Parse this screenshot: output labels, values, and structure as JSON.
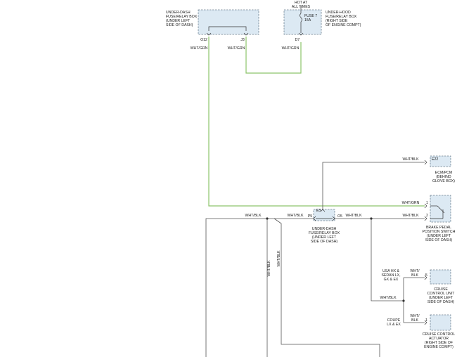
{
  "colors": {
    "wire_green": "#8cc46a",
    "wire_black": "#555555",
    "component_fill": "#dce9f3"
  },
  "components": {
    "underdash_top": [
      "UNDER-DASH",
      "FUSE/RELAY BOX",
      "(UNDER LEFT",
      "SIDE OF DASH)"
    ],
    "hot_at": [
      "HOT AT",
      "ALL TIMES"
    ],
    "fuse_label": "FUSE 7",
    "fuse_rating": "15A",
    "underhood": [
      "UNDER-HOOD",
      "FUSE/RELAY BOX",
      "(RIGHT SIDE",
      "OF ENGINE COMPT)"
    ],
    "ecm": [
      "ECM/PCM",
      "(BEHIND",
      "GLOVE BOX)"
    ],
    "underdash_mid": [
      "UNDER-DASH",
      "FUSE/RELAY BOX",
      "(UNDER LEFT",
      "SIDE OF DASH)"
    ],
    "brake_switch": [
      "BRAKE PEDAL",
      "POSITION SWITCH",
      "(UNDER LEFT",
      "SIDE OF DASH)"
    ],
    "cruise_unit": [
      "CRUISE",
      "CONTROL UNIT",
      "(UNDER LEFT",
      "SIDE OF DASH)"
    ],
    "cruise_actuator": [
      "CRUISE CONTROL",
      "ACTUATOR",
      "(RIGHT SIDE OF",
      "ENGINE COMPT)"
    ]
  },
  "connectors": {
    "o12": "O12",
    "j3": "J3",
    "d7": "D7",
    "e22": "E22",
    "e3": "E3",
    "p5": "P5",
    "o5": "O5",
    "bps_1": "1",
    "bps_2": "2",
    "ccu_5": "5",
    "cca_1": "1"
  },
  "wires": {
    "w1": "WHT/GRN",
    "w2": "WHT/GRN",
    "w3": "WHT/GRN",
    "w4": "WHT/BLK",
    "w5": "WHT/GRN",
    "w6": "WHT/BLK",
    "w7": "WHT/BLK",
    "w8": "WHT/BLK",
    "w9": "WHT/BLK",
    "w10": "WHT/BLK",
    "w11": "WHT/BLK",
    "w12": [
      "WHT/",
      "BLK"
    ],
    "w13": [
      "WHT/",
      "BLK"
    ]
  },
  "variants": {
    "usa": [
      "USA HX &",
      "SEDAN LX,",
      "GX & EX"
    ],
    "coupe": [
      "COUPE",
      "LX & EX"
    ]
  }
}
